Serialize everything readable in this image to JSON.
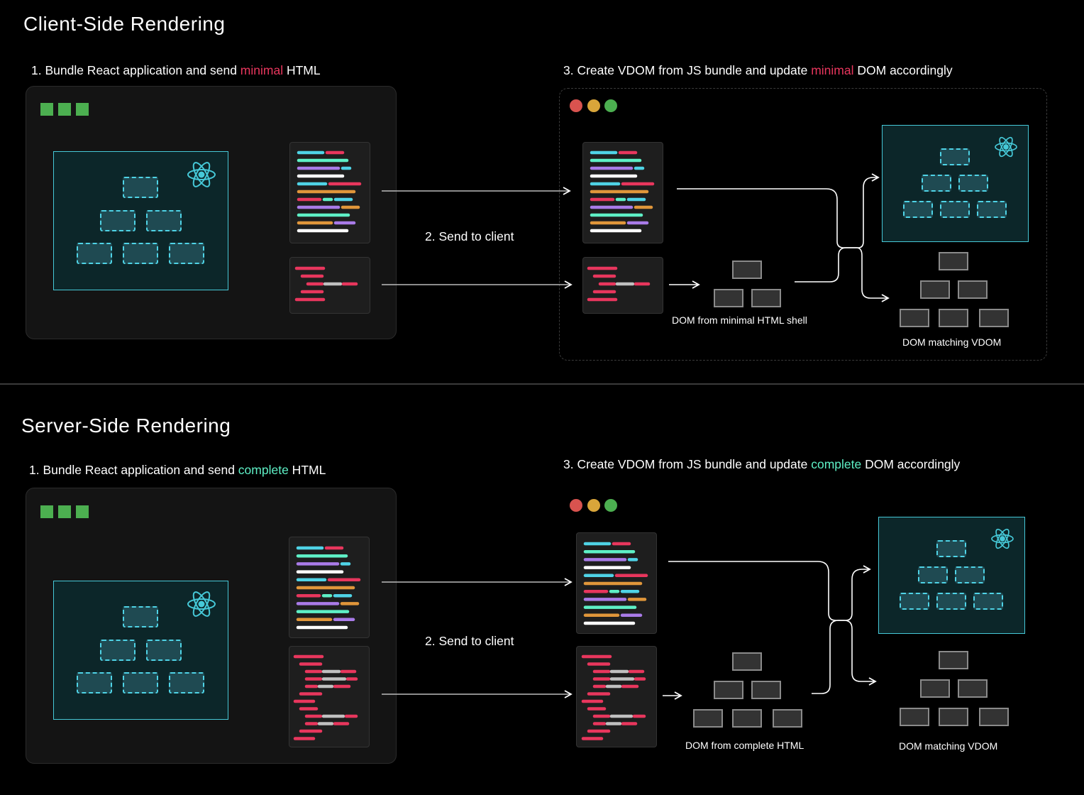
{
  "csr": {
    "title": "Client-Side Rendering",
    "step1": {
      "prefix": "1. Bundle React application and send ",
      "highlight": "minimal",
      "suffix": " HTML"
    },
    "step2": "2. Send to client",
    "step3": {
      "prefix": "3. Create VDOM from JS bundle and update ",
      "highlight": "minimal",
      "suffix": " DOM accordingly"
    },
    "caption_shell": "DOM from minimal HTML shell",
    "caption_vdom": "DOM matching VDOM"
  },
  "ssr": {
    "title": "Server-Side Rendering",
    "step1": {
      "prefix": "1. Bundle React application and send ",
      "highlight": "complete",
      "suffix": " HTML"
    },
    "step2": "2. Send to client",
    "step3": {
      "prefix": "3. Create VDOM from JS bundle and update ",
      "highlight": "complete",
      "suffix": " DOM accordingly"
    },
    "caption_shell": "DOM from complete HTML",
    "caption_vdom": "DOM matching VDOM"
  },
  "colors": {
    "highlight_minimal": "#e8365d",
    "highlight_complete": "#5ef0c6",
    "react_accent": "#46c9d8",
    "window_squares": "#4caf50",
    "traffic_red": "#d9534f",
    "traffic_yellow": "#d9a53a",
    "traffic_green": "#4caf50"
  },
  "icons": [
    "react-icon",
    "window-squares-icon",
    "traffic-light-icon",
    "arrow-icon",
    "code-file-icon"
  ]
}
